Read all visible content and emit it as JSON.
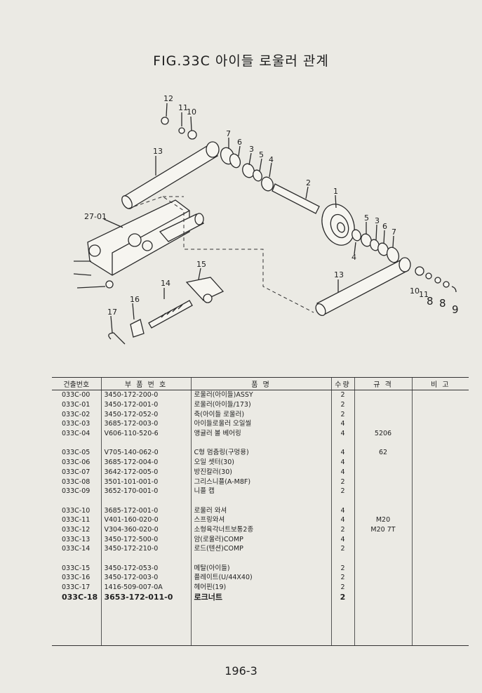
{
  "title": "FIG.33C 아이들 로울러 관계",
  "columns": [
    "건출번호",
    "부 품 번 호",
    "품 명",
    "수량",
    "규 격",
    "비 고"
  ],
  "rows": [
    {
      "no": "033C-00",
      "part": "3450-172-200-0",
      "name": "로울러(아이들)ASSY",
      "qty": "2",
      "spec": "",
      "note": ""
    },
    {
      "no": "033C-01",
      "part": "3450-172-001-0",
      "name": "로울러(아이들/173)",
      "qty": "2",
      "spec": "",
      "note": ""
    },
    {
      "no": "033C-02",
      "part": "3450-172-052-0",
      "name": "축(아이들 로울러)",
      "qty": "2",
      "spec": "",
      "note": ""
    },
    {
      "no": "033C-03",
      "part": "3685-172-003-0",
      "name": "아이들로울러 오일씰",
      "qty": "4",
      "spec": "",
      "note": ""
    },
    {
      "no": "033C-04",
      "part": "V606-110-520-6",
      "name": "앵귤러 볼 베어링",
      "qty": "4",
      "spec": "5206",
      "note": ""
    },
    {
      "no": "033C-05",
      "part": "V705-140-062-0",
      "name": "C형 멈춤링(구멍용)",
      "qty": "4",
      "spec": "62",
      "note": ""
    },
    {
      "no": "033C-06",
      "part": "3685-172-004-0",
      "name": "오일 셋터(30)",
      "qty": "4",
      "spec": "",
      "note": ""
    },
    {
      "no": "033C-07",
      "part": "3642-172-005-0",
      "name": "방진칼러(30)",
      "qty": "4",
      "spec": "",
      "note": ""
    },
    {
      "no": "033C-08",
      "part": "3501-101-001-0",
      "name": "그리스니플(A-M8F)",
      "qty": "2",
      "spec": "",
      "note": ""
    },
    {
      "no": "033C-09",
      "part": "3652-170-001-0",
      "name": "니플 캡",
      "qty": "2",
      "spec": "",
      "note": ""
    },
    {
      "no": "033C-10",
      "part": "3685-172-001-0",
      "name": "로울러 와셔",
      "qty": "4",
      "spec": "",
      "note": ""
    },
    {
      "no": "033C-11",
      "part": "V401-160-020-0",
      "name": "스프링와셔",
      "qty": "4",
      "spec": "M20",
      "note": ""
    },
    {
      "no": "033C-12",
      "part": "V304-360-020-0",
      "name": "소형육각너트보통2종",
      "qty": "2",
      "spec": "M20 7T",
      "note": ""
    },
    {
      "no": "033C-13",
      "part": "3450-172-500-0",
      "name": "암(로울러)COMP",
      "qty": "4",
      "spec": "",
      "note": ""
    },
    {
      "no": "033C-14",
      "part": "3450-172-210-0",
      "name": "로드(텐션)COMP",
      "qty": "2",
      "spec": "",
      "note": ""
    },
    {
      "no": "033C-15",
      "part": "3450-172-053-0",
      "name": "메탈(아이들)",
      "qty": "2",
      "spec": "",
      "note": ""
    },
    {
      "no": "033C-16",
      "part": "3450-172-003-0",
      "name": "플레이트(U/44X40)",
      "qty": "2",
      "spec": "",
      "note": ""
    },
    {
      "no": "033C-17",
      "part": "1416-509-007-0A",
      "name": "헤어핀(19)",
      "qty": "2",
      "spec": "",
      "note": ""
    },
    {
      "no": "033C-18",
      "part": "3653-172-011-0",
      "name": "로크너트",
      "qty": "2",
      "spec": "",
      "note": ""
    }
  ],
  "callouts": [
    "1",
    "2",
    "3",
    "4",
    "5",
    "6",
    "7",
    "8",
    "9",
    "10",
    "11",
    "12",
    "13",
    "14",
    "15",
    "16",
    "17",
    "27-01"
  ],
  "page_number": "196-3"
}
